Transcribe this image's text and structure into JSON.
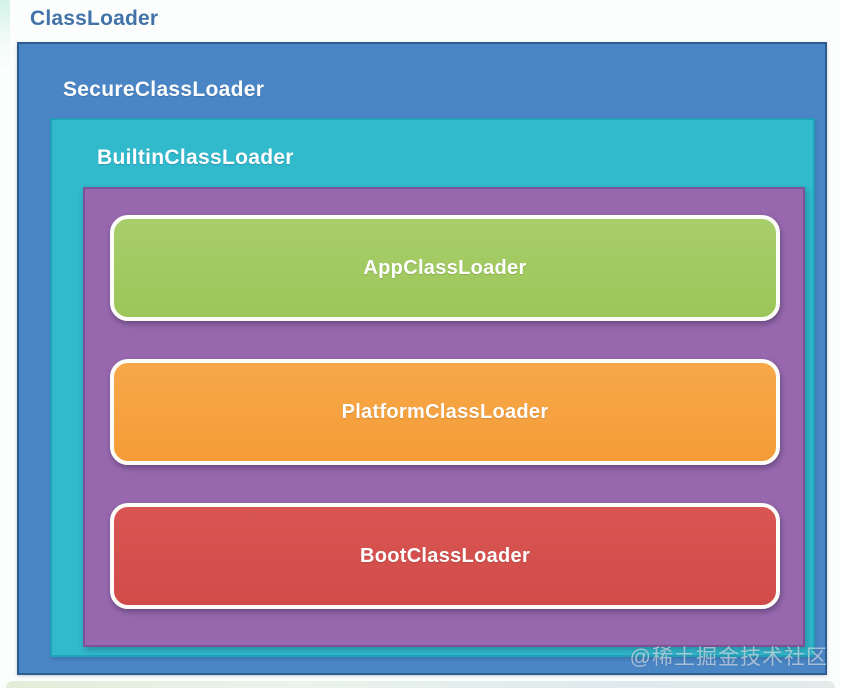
{
  "diagram": {
    "title": "ClassLoader",
    "hierarchy_note": "nested containment: ClassLoader > SecureClassLoader > BuiltinClassLoader > [AppClassLoader, PlatformClassLoader, BootClassLoader]",
    "levels": {
      "secure": {
        "label": "SecureClassLoader"
      },
      "builtin": {
        "label": "BuiltinClassLoader"
      }
    },
    "loaders": [
      {
        "label": "AppClassLoader",
        "color": "#9cc659"
      },
      {
        "label": "PlatformClassLoader",
        "color": "#f49c38"
      },
      {
        "label": "BootClassLoader",
        "color": "#d14b49"
      }
    ]
  },
  "watermark": {
    "text": "@稀土掘金技术社区"
  },
  "colors": {
    "page_background": "#fcfdfd",
    "title_text": "#4273a8",
    "secure_box": "#4a86c6",
    "secure_border": "#2d5d90",
    "builtin_box": "#31b9cc",
    "builtin_border": "#21a2b8",
    "group_box": "#9768ae",
    "group_border": "#7b5295",
    "pill_border": "#fcfcf8",
    "label_text": "#fefefe"
  }
}
